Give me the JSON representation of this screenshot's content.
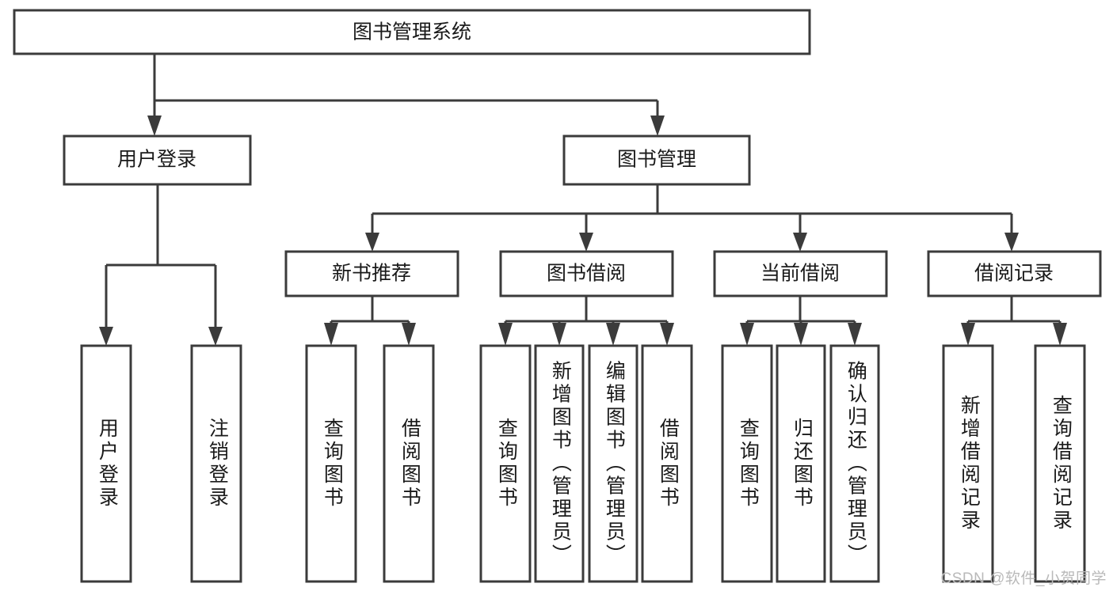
{
  "diagram": {
    "title": "图书管理系统",
    "type": "tree-hierarchy",
    "colors": {
      "stroke": "#3b3b3b",
      "box_fill": "#ffffff",
      "text": "#1a1a1a",
      "background": "#ffffff",
      "watermark": "#b9b9b9"
    },
    "root": {
      "label": "图书管理系统",
      "orientation": "horizontal"
    },
    "level2": [
      {
        "label": "用户登录",
        "orientation": "horizontal"
      },
      {
        "label": "图书管理",
        "orientation": "horizontal"
      }
    ],
    "level3": [
      {
        "label": "新书推荐",
        "orientation": "horizontal"
      },
      {
        "label": "图书借阅",
        "orientation": "horizontal"
      },
      {
        "label": "当前借阅",
        "orientation": "horizontal"
      },
      {
        "label": "借阅记录",
        "orientation": "horizontal"
      }
    ],
    "leaves": {
      "user_login": [
        {
          "label": "用户登录",
          "orientation": "vertical"
        },
        {
          "label": "注销登录",
          "orientation": "vertical"
        }
      ],
      "new_book_recommend": [
        {
          "label": "查询图书",
          "orientation": "vertical"
        },
        {
          "label": "借阅图书",
          "orientation": "vertical"
        }
      ],
      "book_borrow": [
        {
          "label": "查询图书",
          "orientation": "vertical"
        },
        {
          "label": "新增图书（管理员）",
          "orientation": "vertical"
        },
        {
          "label": "编辑图书（管理员）",
          "orientation": "vertical"
        },
        {
          "label": "借阅图书",
          "orientation": "vertical"
        }
      ],
      "current_borrow": [
        {
          "label": "查询图书",
          "orientation": "vertical"
        },
        {
          "label": "归还图书",
          "orientation": "vertical"
        },
        {
          "label": "确认归还（管理员）",
          "orientation": "vertical"
        }
      ],
      "borrow_record": [
        {
          "label": "新增借阅记录",
          "orientation": "vertical"
        },
        {
          "label": "查询借阅记录",
          "orientation": "vertical"
        }
      ]
    }
  },
  "watermark": {
    "text": "CSDN @软件_小贺同学"
  }
}
